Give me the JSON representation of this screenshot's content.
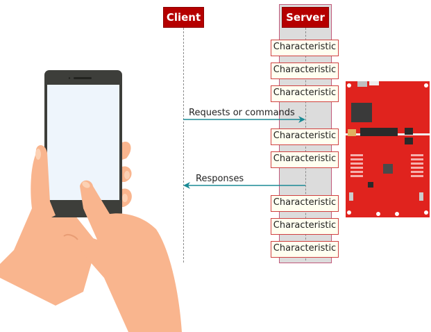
{
  "participants": {
    "client": "Client",
    "server": "Server"
  },
  "characteristics": [
    "Characteristic",
    "Characteristic",
    "Characteristic",
    "Characteristic",
    "Characteristic",
    "Characteristic",
    "Characteristic",
    "Characteristic"
  ],
  "messages": {
    "request": "Requests or commands",
    "response": "Responses"
  },
  "colors": {
    "participant_fill": "#b50000",
    "arrow": "#1a8a95",
    "characteristic_border": "#d04040",
    "characteristic_fill": "#fffff0",
    "server_frame": "#c0587a"
  },
  "illustrations": {
    "left": "hand-holding-smartphone",
    "right": "development-board"
  }
}
